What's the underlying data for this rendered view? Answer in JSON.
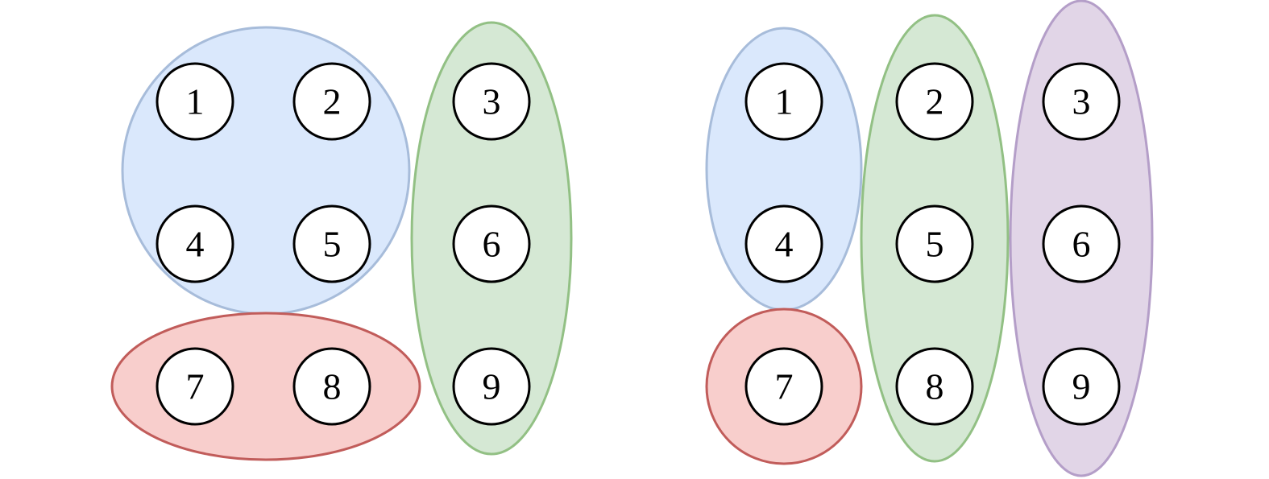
{
  "colors": {
    "blue_fill": "#dae8fc",
    "blue_stroke": "#a7bcda",
    "green_fill": "#d5e8d4",
    "green_stroke": "#92c084",
    "red_fill": "#f8cecc",
    "red_stroke": "#c15c5a",
    "purple_fill": "#e1d5e7",
    "purple_stroke": "#b49ec8",
    "node_fill": "#ffffff",
    "node_stroke": "#000000"
  },
  "left_diagram": {
    "groups": [
      {
        "color": "blue",
        "members": [
          "1",
          "2",
          "4",
          "5"
        ]
      },
      {
        "color": "green",
        "members": [
          "3",
          "6",
          "9"
        ]
      },
      {
        "color": "red",
        "members": [
          "7",
          "8"
        ]
      }
    ],
    "nodes": {
      "n1": "1",
      "n2": "2",
      "n3": "3",
      "n4": "4",
      "n5": "5",
      "n6": "6",
      "n7": "7",
      "n8": "8",
      "n9": "9"
    }
  },
  "right_diagram": {
    "groups": [
      {
        "color": "blue",
        "members": [
          "1",
          "4"
        ]
      },
      {
        "color": "green",
        "members": [
          "2",
          "5",
          "8"
        ]
      },
      {
        "color": "purple",
        "members": [
          "3",
          "6",
          "9"
        ]
      },
      {
        "color": "red",
        "members": [
          "7"
        ]
      }
    ],
    "nodes": {
      "n1": "1",
      "n2": "2",
      "n3": "3",
      "n4": "4",
      "n5": "5",
      "n6": "6",
      "n7": "7",
      "n8": "8",
      "n9": "9"
    }
  }
}
